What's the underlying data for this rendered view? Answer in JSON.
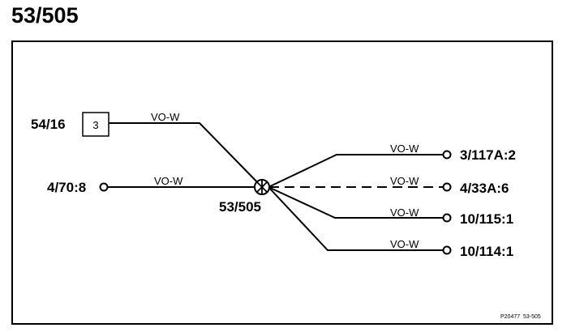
{
  "title": "53/505",
  "splice": {
    "label": "53/505"
  },
  "inputs": [
    {
      "id": "54/16",
      "box_label": "3",
      "wire": "VO-W"
    },
    {
      "id": "4/70:8",
      "wire": "VO-W"
    }
  ],
  "outputs": [
    {
      "id": "3/117A:2",
      "wire": "VO-W",
      "style": "solid"
    },
    {
      "id": "4/33A:6",
      "wire": "VO-W",
      "style": "dashed"
    },
    {
      "id": "10/115:1",
      "wire": "VO-W",
      "style": "solid"
    },
    {
      "id": "10/114:1",
      "wire": "VO-W",
      "style": "solid"
    }
  ],
  "footer": {
    "ref": "P20477  53-505"
  },
  "colors": {
    "line": "#000000",
    "background": "#ffffff"
  }
}
